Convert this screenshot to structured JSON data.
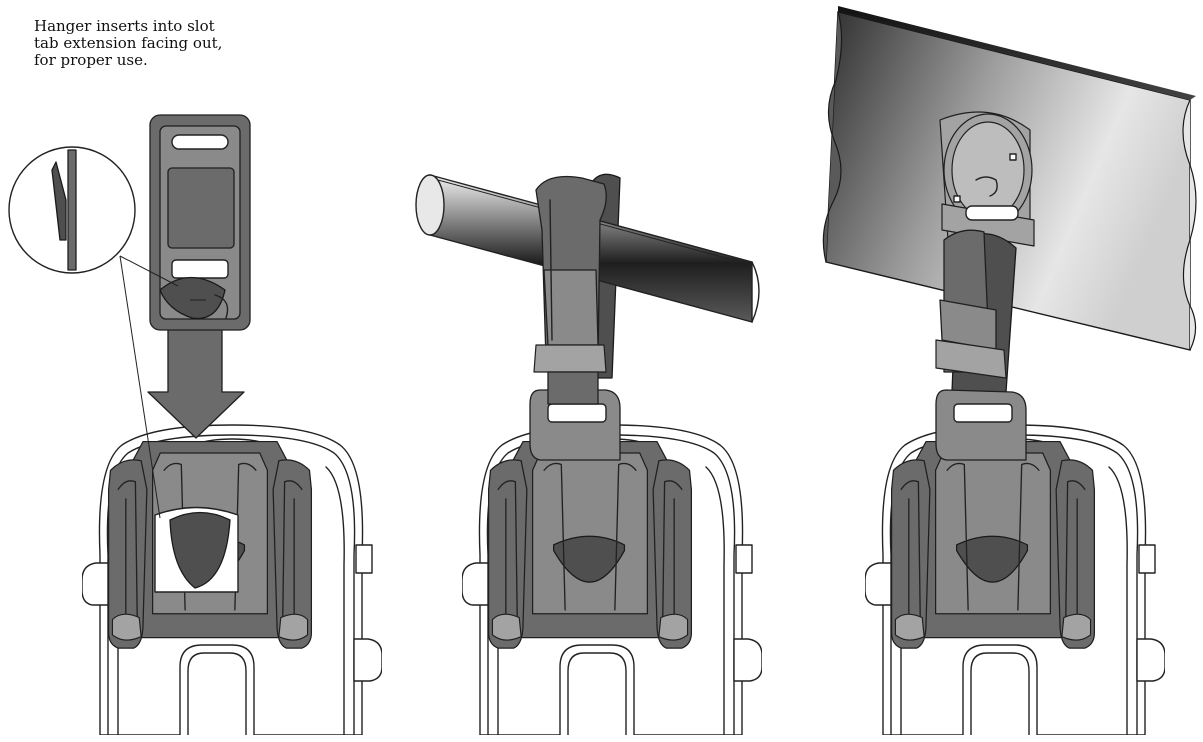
{
  "caption": {
    "line1": "Hanger inserts into slot",
    "line2": "tab extension facing out,",
    "line3": "for proper use."
  },
  "colors": {
    "hanger_gray": "#6b6b6b",
    "outline": "#222222",
    "background": "#ffffff"
  }
}
